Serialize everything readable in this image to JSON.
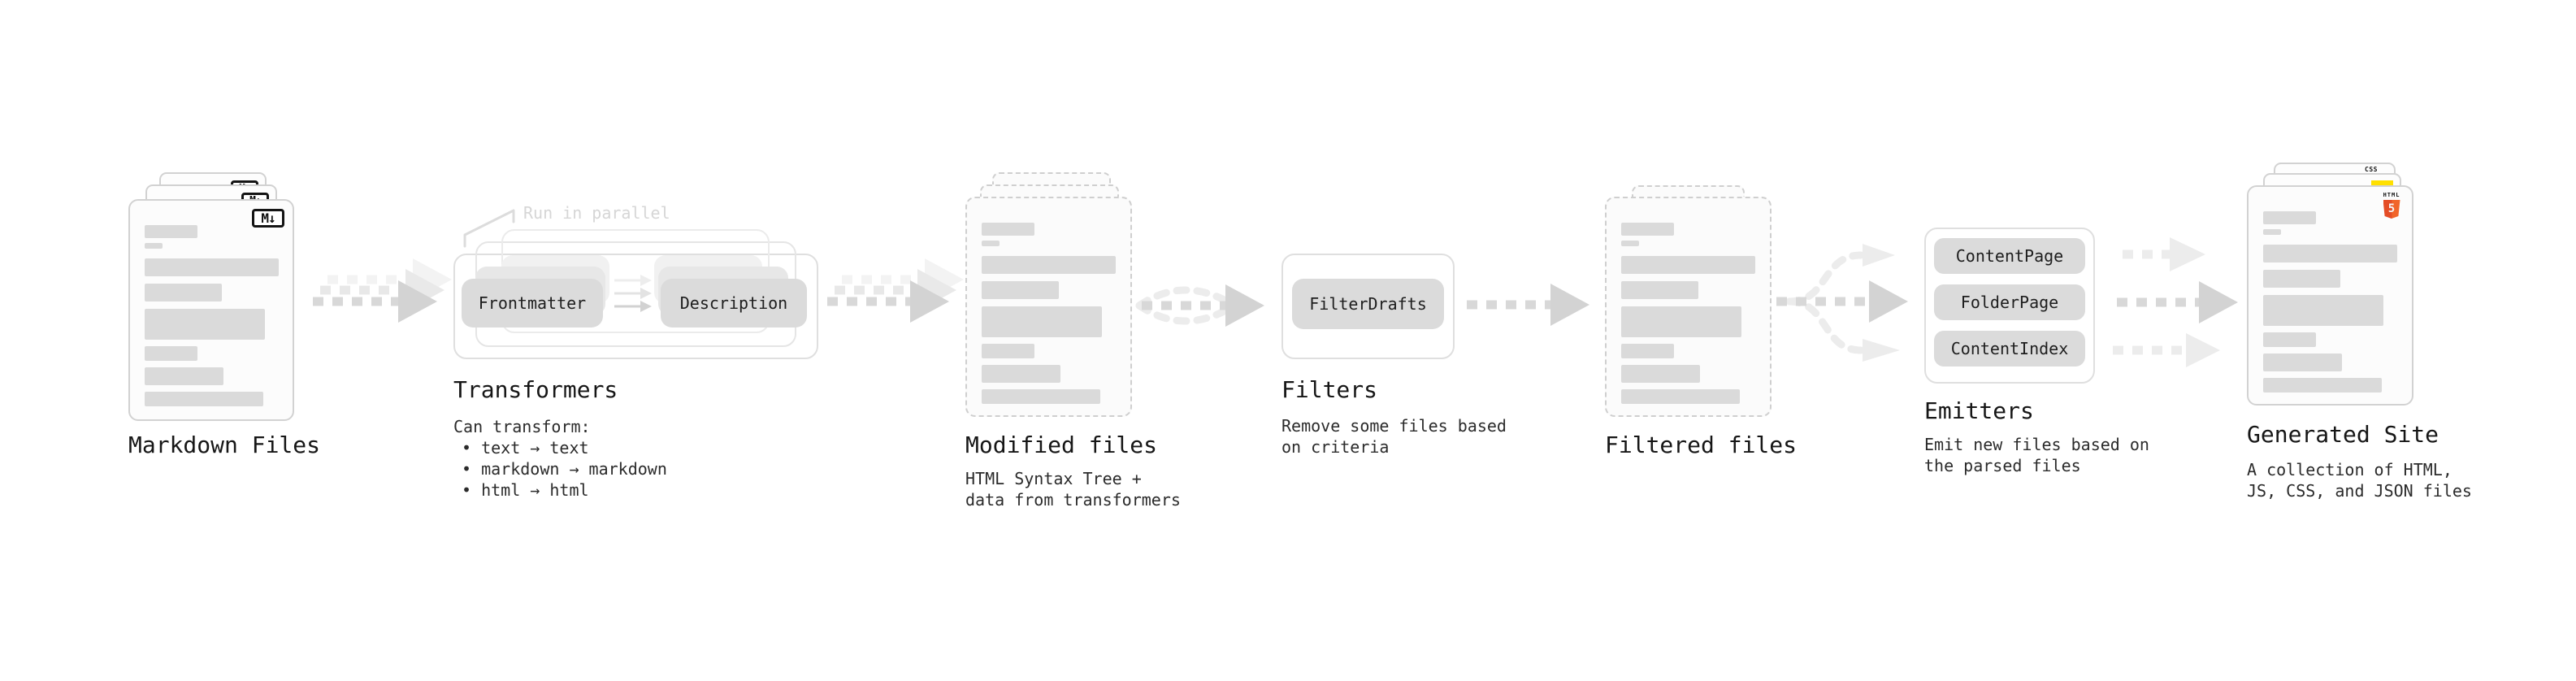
{
  "stages": {
    "markdown": {
      "label": "Markdown Files",
      "badge": "M↓"
    },
    "transformers": {
      "label": "Transformers",
      "note": "Run in parallel",
      "btn1": "Frontmatter",
      "btn2": "Description",
      "desc_title": "Can transform:",
      "bullet1": "• text → text",
      "bullet2": "• markdown → markdown",
      "bullet3": "• html → html"
    },
    "modified": {
      "label": "Modified files",
      "desc1": "HTML Syntax Tree +",
      "desc2": "data from transformers"
    },
    "filters": {
      "label": "Filters",
      "btn1": "FilterDrafts",
      "desc1": "Remove some files based",
      "desc2": "on criteria"
    },
    "filtered": {
      "label": "Filtered files"
    },
    "emitters": {
      "label": "Emitters",
      "btn1": "ContentPage",
      "btn2": "FolderPage",
      "btn3": "ContentIndex",
      "desc1": "Emit new files based on",
      "desc2": "the parsed files"
    },
    "generated": {
      "label": "Generated Site",
      "desc1": "A collection of HTML,",
      "desc2": "JS, CSS, and JSON files",
      "badge_css": "CSS",
      "badge_html": "HTML",
      "badge_html5": "5"
    }
  },
  "colors": {
    "background": "#ffffff",
    "card_fill": "#fcfcfc",
    "card_border": "#d2d2d2",
    "dashed_border": "#cfcfcf",
    "placeholder": "#dadada",
    "button_fill": "#dbdbdb",
    "arrow": "#d8d8d8",
    "arrow_light": "#ececec",
    "label_text": "#161616",
    "desc_text": "#2b2b2b",
    "note_text": "#d6d6d6",
    "html5_orange": "#e44d26",
    "js_yellow": "#ffe000",
    "css_blue": "#2b6bf3",
    "badge_border": "#141414"
  }
}
